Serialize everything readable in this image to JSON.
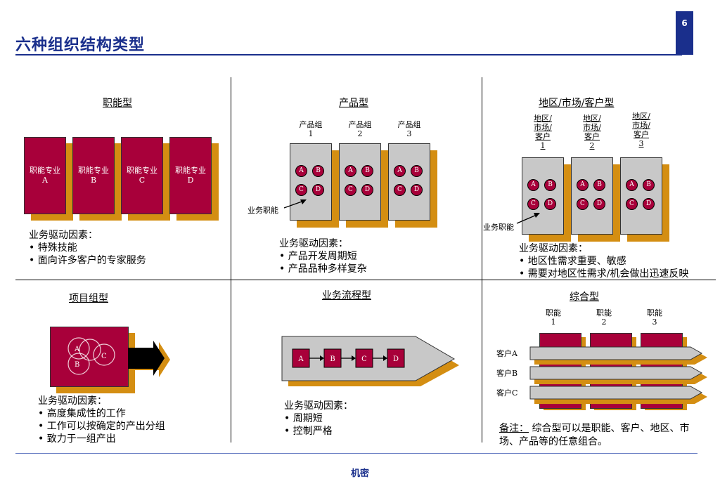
{
  "page": {
    "title": "六种组织结构类型",
    "page_number": "6",
    "footer": "机密"
  },
  "functional": {
    "heading": "职能型",
    "boxes": [
      "职能专业\nA",
      "职能专业\nB",
      "职能专业\nC",
      "职能专业\nD"
    ],
    "drivers_title": "业务驱动因素：",
    "drivers": [
      "特殊技能",
      "面向许多客户的专家服务"
    ]
  },
  "product": {
    "heading": "产品型",
    "groups": [
      "产品组\n1",
      "产品组\n2",
      "产品组\n3"
    ],
    "circles": [
      "A",
      "B",
      "C",
      "D"
    ],
    "function_label": "业务职能",
    "drivers_title": "业务驱动因素：",
    "drivers": [
      "产品开发周期短",
      "产品品种多样复杂"
    ]
  },
  "region": {
    "heading": "地区/市场/客户型",
    "groups": [
      "地区/\n市场/\n客户\n1",
      "地区/\n市场/\n客户\n2",
      "地区/\n市场/\n客户\n3"
    ],
    "circles": [
      "A",
      "B",
      "C",
      "D"
    ],
    "function_label": "业务职能",
    "drivers_title": "业务驱动因素：",
    "drivers": [
      "地区性需求重要、敏感",
      "需要对地区性需求/机会做出迅速反映"
    ]
  },
  "project": {
    "heading": "项目组型",
    "circles": [
      "A",
      "B",
      "C"
    ],
    "drivers_title": "业务驱动因素：",
    "drivers": [
      "高度集成性的工作",
      "工作可以按确定的产出分组",
      "致力于一组产出"
    ]
  },
  "process": {
    "heading": "业务流程型",
    "steps": [
      "A",
      "B",
      "C",
      "D"
    ],
    "drivers_title": "业务驱动因素：",
    "drivers": [
      "周期短",
      "控制严格"
    ]
  },
  "hybrid": {
    "heading": "综合型",
    "functions": [
      "职能\n1",
      "职能\n2",
      "职能\n3"
    ],
    "customers": [
      "客户A",
      "客户B",
      "客户C"
    ],
    "note_label": "备注：",
    "note_text": " 综合型可以是职能、客户、地区、市场、产品等的任意组合。"
  },
  "colors": {
    "brand_blue": "#1a2f8c",
    "crimson": "#a8003a",
    "shadow_gold": "#d48e12",
    "grey": "#c8c8c8"
  }
}
